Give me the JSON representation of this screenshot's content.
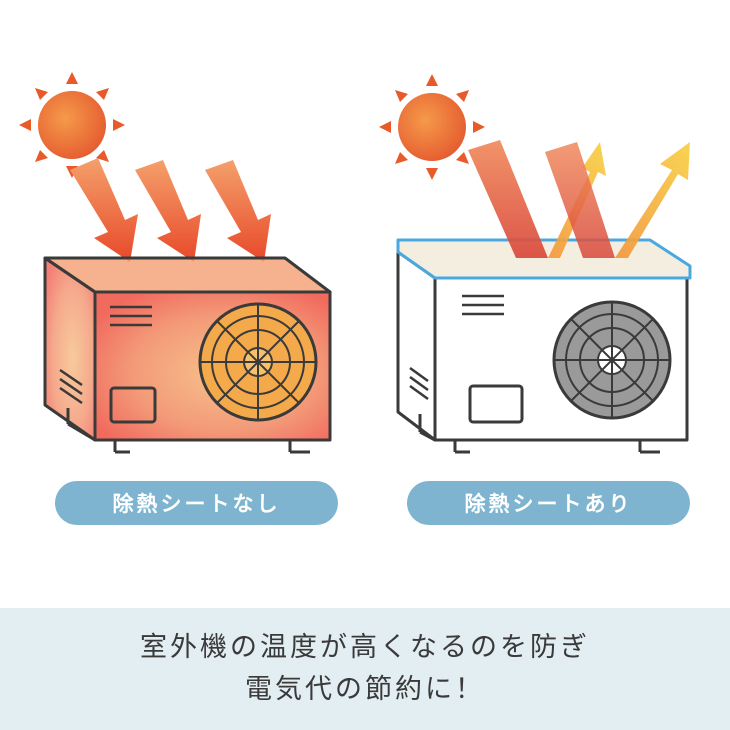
{
  "labels": {
    "without_sheet": "除熱シートなし",
    "with_sheet": "除熱シートあり"
  },
  "caption": {
    "line1": "室外機の温度が高くなるのを防ぎ",
    "line2": "電気代の節約に！"
  },
  "colors": {
    "pill_bg": "#7eb4cf",
    "band_bg": "#e2eef2",
    "sun": "#e96a3a",
    "heat_arrow": "#e85a2a",
    "reflect_arrow": "#f6b93b",
    "sheet_edge": "#4aa8e0",
    "outline": "#3a3a3a"
  },
  "icons": [
    "sun-icon",
    "heat-arrow-icon",
    "air-conditioner-icon",
    "fan-icon",
    "reflection-arrow-icon"
  ]
}
